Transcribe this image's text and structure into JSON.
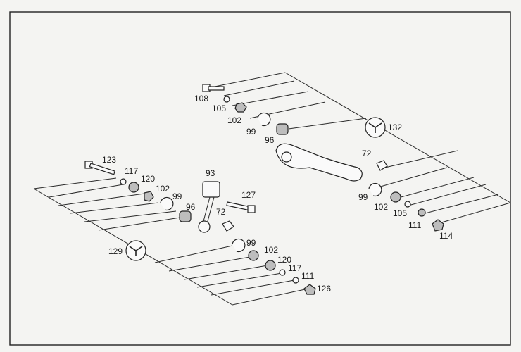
{
  "diagram": {
    "callouts_left": [
      {
        "id": "123",
        "text": "123"
      },
      {
        "id": "117a",
        "text": "117"
      },
      {
        "id": "120a",
        "text": "120"
      },
      {
        "id": "102a",
        "text": "102"
      },
      {
        "id": "99a",
        "text": "99"
      },
      {
        "id": "96a",
        "text": "96"
      },
      {
        "id": "93",
        "text": "93"
      },
      {
        "id": "127",
        "text": "127"
      },
      {
        "id": "72a",
        "text": "72"
      },
      {
        "id": "129",
        "text": "129"
      },
      {
        "id": "99b",
        "text": "99"
      },
      {
        "id": "102b",
        "text": "102"
      },
      {
        "id": "120b",
        "text": "120"
      },
      {
        "id": "117b",
        "text": "117"
      },
      {
        "id": "111a",
        "text": "111"
      },
      {
        "id": "126",
        "text": "126"
      }
    ],
    "callouts_right": [
      {
        "id": "108",
        "text": "108"
      },
      {
        "id": "105a",
        "text": "105"
      },
      {
        "id": "102c",
        "text": "102"
      },
      {
        "id": "99c",
        "text": "99"
      },
      {
        "id": "96b",
        "text": "96"
      },
      {
        "id": "132",
        "text": "132"
      },
      {
        "id": "72b",
        "text": "72"
      },
      {
        "id": "99d",
        "text": "99"
      },
      {
        "id": "102d",
        "text": "102"
      },
      {
        "id": "105b",
        "text": "105"
      },
      {
        "id": "111b",
        "text": "111"
      },
      {
        "id": "114",
        "text": "114"
      }
    ]
  }
}
